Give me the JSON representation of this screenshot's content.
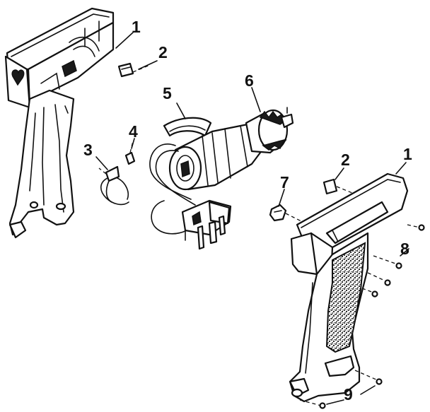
{
  "diagram": {
    "callouts": {
      "left_housing": "1",
      "left_clip": "2",
      "lead_wire": "3",
      "connector": "4",
      "motor_bracket": "5",
      "motor_gear_assembly": "6",
      "small_clip": "7",
      "screw_set_upper": "8",
      "screw_set_lower": "9",
      "right_clip": "2",
      "right_housing": "1"
    }
  }
}
